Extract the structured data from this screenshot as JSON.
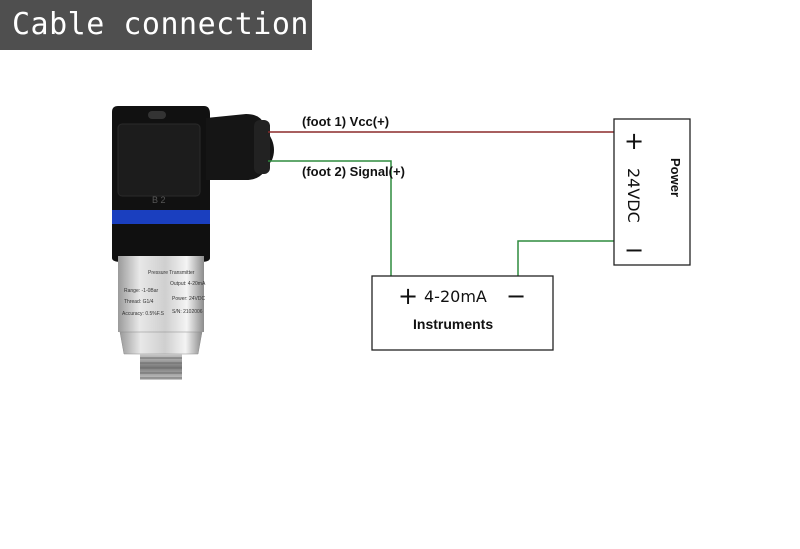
{
  "header": {
    "title": "Cable connection"
  },
  "wires": {
    "vcc_label": "(foot 1) Vcc(+)",
    "signal_label": "(foot 2) Signal(+)",
    "vcc_color": "#8b2a2a",
    "signal_color": "#2e8b3e"
  },
  "power_box": {
    "title": "Power",
    "voltage": "24VDC",
    "plus": "+",
    "minus": "−"
  },
  "instrument_box": {
    "plus": "+",
    "range": "4-20mA",
    "minus": "−",
    "name": "Instruments"
  },
  "sensor": {
    "icon": "pressure-transmitter-icon",
    "connector_mark": "B 2",
    "label_lines": [
      "Pressure Transmitter",
      "Range: -1-0Bar",
      "Output: 4-20mA",
      "Thread: G1/4",
      "Power: 24VDC",
      "Accuracy: 0.5%F.S",
      "S/N: 2102006"
    ]
  }
}
